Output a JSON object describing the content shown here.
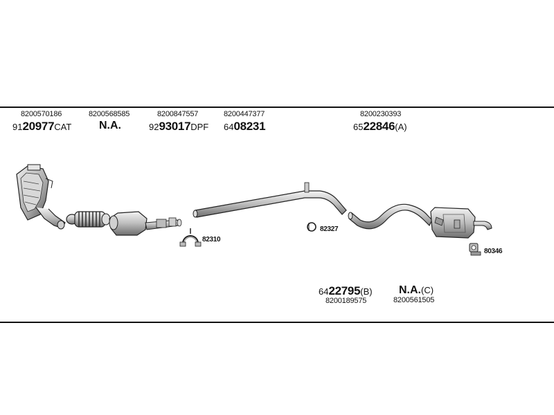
{
  "parts_top": [
    {
      "oe": "8200570186",
      "prefix": "91",
      "bold": "20977",
      "suffix": "CAT"
    },
    {
      "oe": "8200568585",
      "prefix": "",
      "bold": "N.A.",
      "suffix": ""
    },
    {
      "oe": "8200847557",
      "prefix": "92",
      "bold": "93017",
      "suffix": "DPF"
    },
    {
      "oe": "8200447377",
      "prefix": "64",
      "bold": "08231",
      "suffix": ""
    },
    {
      "oe": "8200230393",
      "prefix": "65",
      "bold": "22846",
      "suffix": "(A)"
    }
  ],
  "parts_bottom": [
    {
      "oe": "8200189575",
      "prefix": "64",
      "bold": "22795",
      "suffix": "(B)"
    },
    {
      "oe": "8200561505",
      "prefix": "",
      "bold": "N.A.",
      "suffix": "(C)"
    }
  ],
  "clips": [
    {
      "label": "82310"
    },
    {
      "label": "82327"
    },
    {
      "label": "80346"
    }
  ]
}
